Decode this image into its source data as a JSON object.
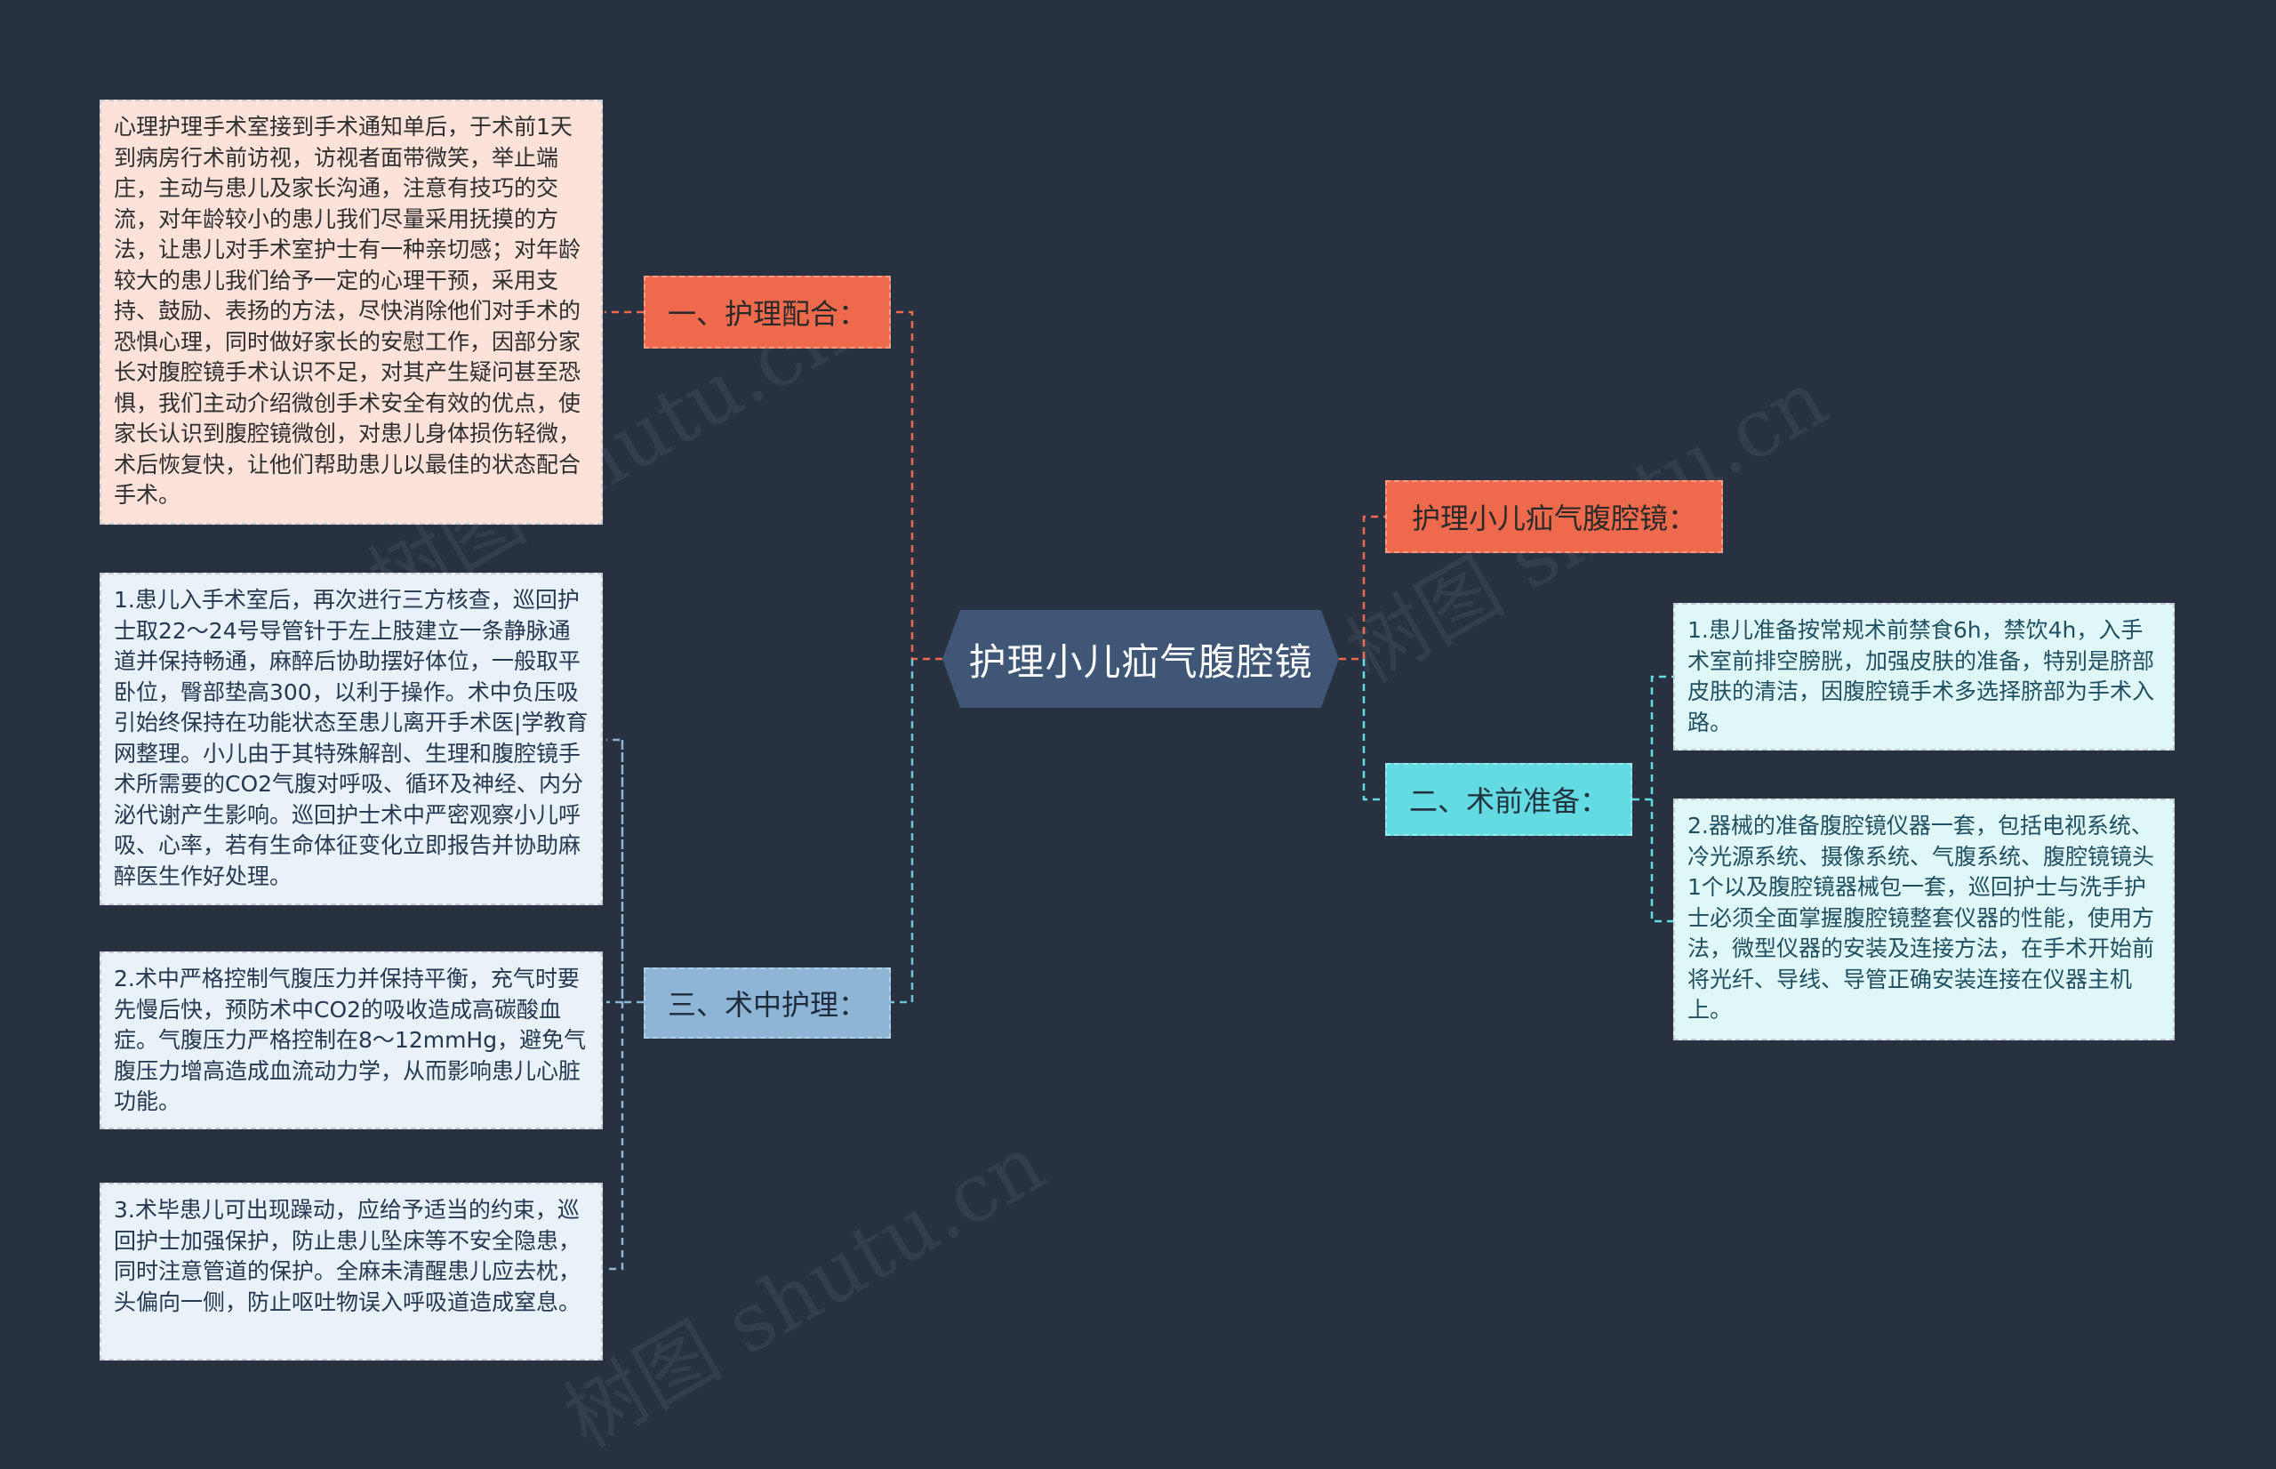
{
  "title": "护理小儿疝气腹腔镜",
  "colors": {
    "background": "#273140",
    "center": "#3f5676",
    "orange": "#ef6a4c",
    "cyan": "#64dbe3",
    "blue": "#8eb5d6",
    "leaf_pink": "#fde2da",
    "leaf_cyan": "#e0f7f8",
    "leaf_blue": "#e9f1f9"
  },
  "branches": {
    "nursing": {
      "label": "一、护理配合：",
      "leaf": "心理护理手术室接到手术通知单后，于术前1天到病房行术前访视，访视者面带微笑，举止端庄，主动与患儿及家长沟通，注意有技巧的交流，对年龄较小的患儿我们尽量采用抚摸的方法，让患儿对手术室护士有一种亲切感；对年龄较大的患儿我们给予一定的心理干预，采用支持、鼓励、表扬的方法，尽快消除他们对手术的恐惧心理，同时做好家长的安慰工作，因部分家长对腹腔镜手术认识不足，对其产生疑问甚至恐惧，我们主动介绍微创手术安全有效的优点，使家长认识到腹腔镜微创，对患儿身体损伤轻微，术后恢复快，让他们帮助患儿以最佳的状态配合手术。"
    },
    "intraop": {
      "label": "三、术中护理：",
      "leaves": [
        "1.患儿入手术室后，再次进行三方核查，巡回护士取22～24号导管针于左上肢建立一条静脉通道并保持畅通，麻醉后协助摆好体位，一般取平卧位，臀部垫高300，以利于操作。术中负压吸引始终保持在功能状态至患儿离开手术医|学教育网整理。小儿由于其特殊解剖、生理和腹腔镜手术所需要的CO2气腹对呼吸、循环及神经、内分泌代谢产生影响。巡回护士术中严密观察小儿呼吸、心率，若有生命体征变化立即报告并协助麻醉医生作好处理。",
        "2.术中严格控制气腹压力并保持平衡，充气时要先慢后快，预防术中CO2的吸收造成高碳酸血症。气腹压力严格控制在8～12mmHg，避免气腹压力增高造成血流动力学，从而影响患儿心脏功能。",
        "3.术毕患儿可出现躁动，应给予适当的约束，巡回护士加强保护，防止患儿坠床等不安全隐患，同时注意管道的保护。全麻未清醒患儿应去枕，头偏向一侧，防止呕吐物误入呼吸道造成窒息。"
      ]
    },
    "topic": {
      "label": "护理小儿疝气腹腔镜："
    },
    "preop": {
      "label": "二、术前准备：",
      "leaves": [
        "1.患儿准备按常规术前禁食6h，禁饮4h，入手术室前排空膀胱，加强皮肤的准备，特别是脐部皮肤的清洁，因腹腔镜手术多选择脐部为手术入路。",
        "2.器械的准备腹腔镜仪器一套，包括电视系统、冷光源系统、摄像系统、气腹系统、腹腔镜镜头1个以及腹腔镜器械包一套，巡回护士与洗手护士必须全面掌握腹腔镜整套仪器的性能，使用方法，微型仪器的安装及连接方法，在手术开始前将光纤、导线、导管正确安装连接在仪器主机上。"
      ]
    }
  },
  "watermark": "树图 shutu.cn"
}
